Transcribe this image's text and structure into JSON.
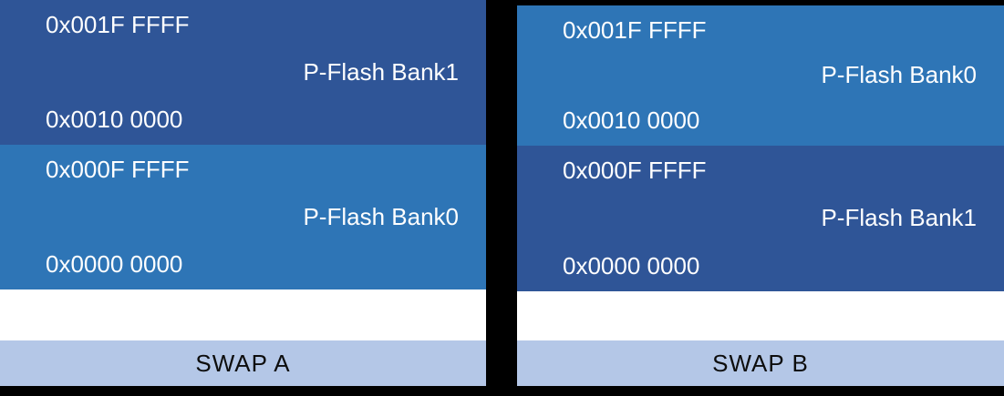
{
  "colors": {
    "background": "#000000",
    "dark_blue": "#2F5597",
    "medium_blue": "#2E75B6",
    "lavender": "#B4C7E7",
    "gap_white": "#FFFFFF",
    "address_text": "#FFFFFF",
    "swap_text": "#0D0D0D"
  },
  "columns": [
    {
      "footer": "SWAP A",
      "blocks": [
        {
          "top_address": "0x001F FFFF",
          "bank_label": "P-Flash Bank1",
          "bottom_address": "0x0010 0000",
          "fill": "#2F5597"
        },
        {
          "top_address": "0x000F FFFF",
          "bank_label": "P-Flash Bank0",
          "bottom_address": "0x0000 0000",
          "fill": "#2E75B6"
        }
      ]
    },
    {
      "footer": "SWAP B",
      "blocks": [
        {
          "top_address": "0x001F FFFF",
          "bank_label": "P-Flash Bank0",
          "bottom_address": "0x0010 0000",
          "fill": "#2E75B6"
        },
        {
          "top_address": "0x000F FFFF",
          "bank_label": "P-Flash Bank1",
          "bottom_address": "0x0000 0000",
          "fill": "#2F5597"
        }
      ]
    }
  ]
}
